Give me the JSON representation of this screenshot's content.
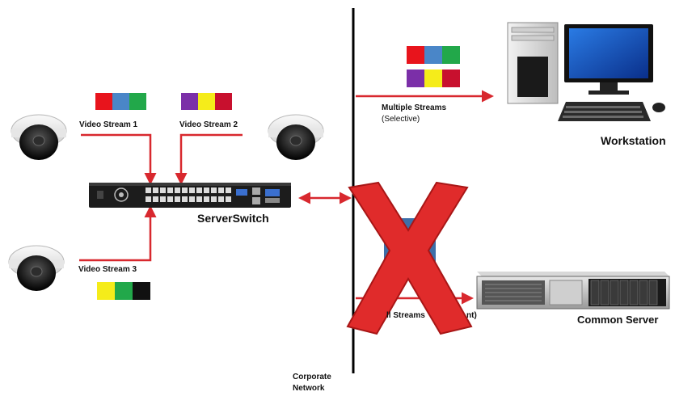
{
  "labels": {
    "stream1": "Video Stream 1",
    "stream2": "Video Stream 2",
    "stream3": "Video Stream 3",
    "serverswitch": "ServerSwitch",
    "multiple_line1": "Multiple Streams",
    "multiple_line2": "(Selective)",
    "workstation": "Workstation",
    "all_streams": "ll Streams",
    "all_streams_tail": "nt)",
    "common_server": "Common Server",
    "corporate_line1": "Corporate",
    "corporate_line2": "Network"
  },
  "colors": {
    "stream_red": "#e8141c",
    "stream_blue": "#4a86c8",
    "stream_green": "#22a84a",
    "stream_purple": "#7b2fa8",
    "stream_yellow": "#f5ec1a",
    "stream_darkred": "#c8102e",
    "stream_black": "#111111",
    "arrow": "#d8282e",
    "x_mark": "#e02b2b",
    "divider": "#000000"
  },
  "icons": {
    "cameras": "dome-camera-icon",
    "switch": "network-switch-icon",
    "workstation": "desktop-computer-icon",
    "server": "rack-server-icon",
    "blocked": "red-x-icon"
  }
}
